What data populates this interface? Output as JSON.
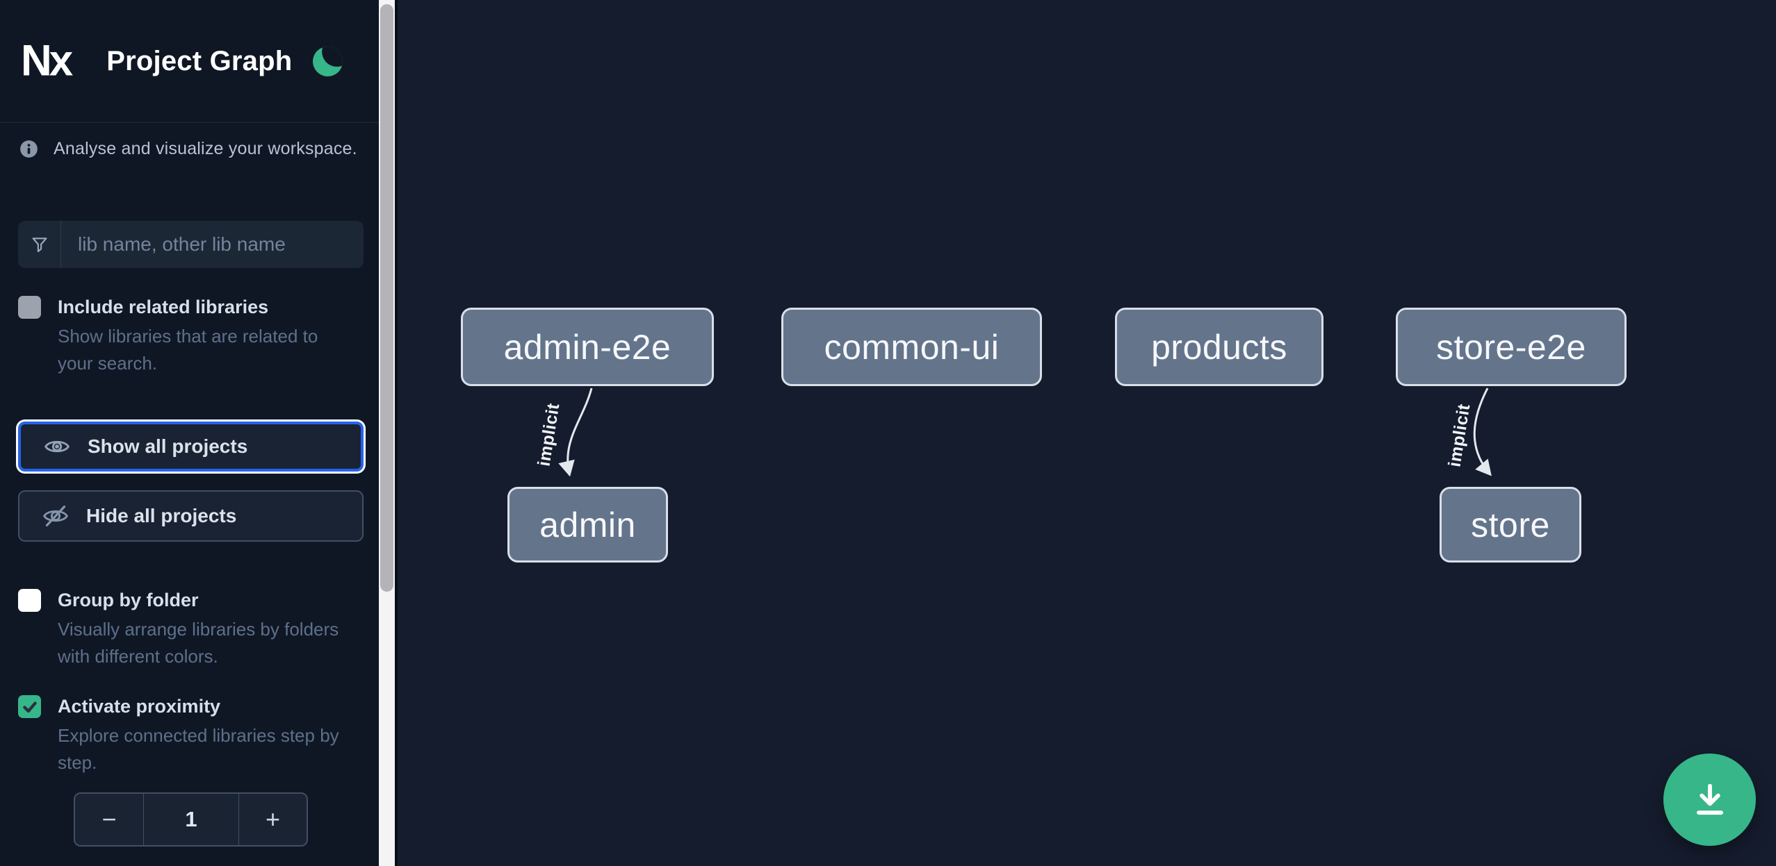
{
  "app": {
    "logo_text": "Nx",
    "title": "Project Graph",
    "theme_icon": "moon"
  },
  "sidebar": {
    "tagline": "Analyse and visualize your workspace.",
    "tagline_icon": "info-circle",
    "filter": {
      "icon": "funnel",
      "placeholder": "lib name, other lib name",
      "value": ""
    },
    "include_related": {
      "label": "Include related libraries",
      "description": "Show libraries that are related to your search.",
      "checked": false
    },
    "actions": {
      "show_all": "Show all projects",
      "show_all_icon": "eye",
      "hide_all": "Hide all projects",
      "hide_all_icon": "eye-off"
    },
    "group_by_folder": {
      "label": "Group by folder",
      "description": "Visually arrange libraries by folders with different colors.",
      "checked": false
    },
    "proximity": {
      "label": "Activate proximity",
      "description": "Explore connected libraries step by step.",
      "checked": true
    },
    "stepper": {
      "decrement": "−",
      "value": "1",
      "increment": "+"
    }
  },
  "graph": {
    "nodes": [
      {
        "label": "admin-e2e"
      },
      {
        "label": "common-ui"
      },
      {
        "label": "products"
      },
      {
        "label": "store-e2e"
      },
      {
        "label": "admin"
      },
      {
        "label": "store"
      }
    ],
    "edges": [
      {
        "from": "admin-e2e",
        "to": "admin",
        "label": "implicit"
      },
      {
        "from": "store-e2e",
        "to": "store",
        "label": "implicit"
      }
    ]
  },
  "fab": {
    "icon": "download"
  },
  "colors": {
    "accent_green": "#36b689",
    "focus_blue": "#2563eb",
    "node_fill": "#64748b",
    "node_border": "#d9dfe8",
    "canvas_bg": "#151c2d",
    "sidebar_bg": "#0f1725"
  }
}
